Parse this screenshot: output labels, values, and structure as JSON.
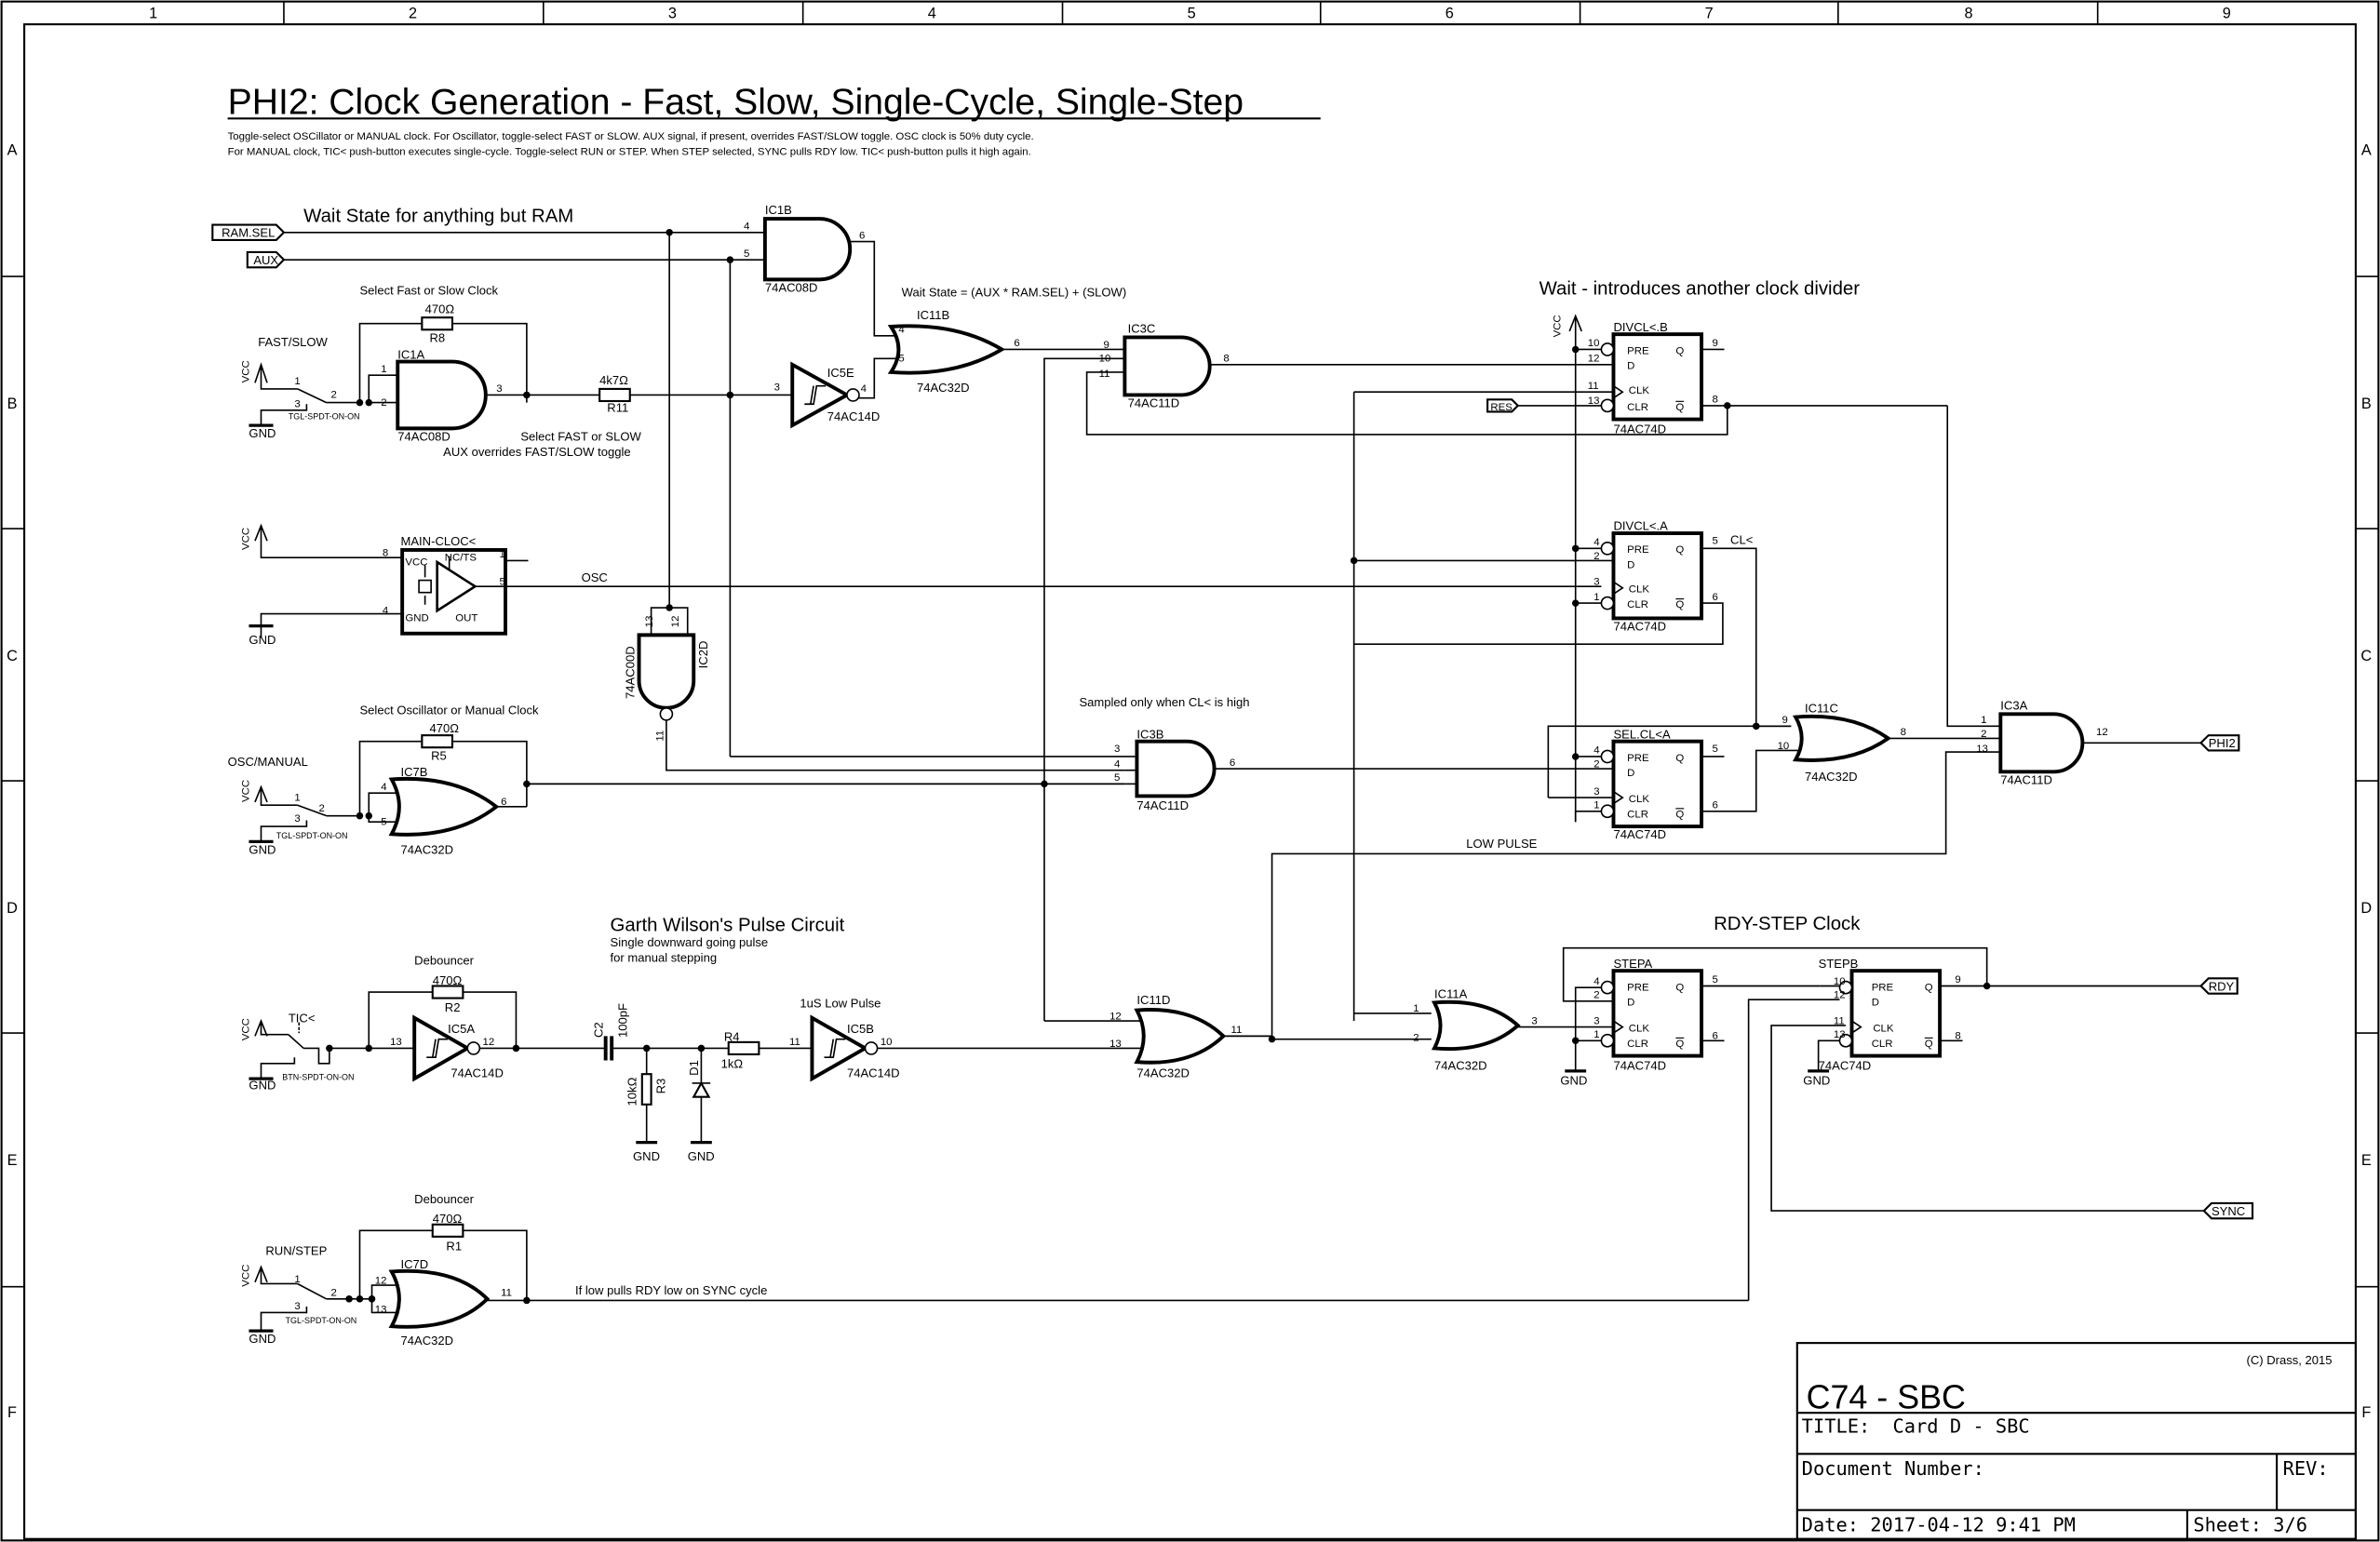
{
  "sheet": {
    "columns": [
      "1",
      "2",
      "3",
      "4",
      "5",
      "6",
      "7",
      "8",
      "9"
    ],
    "rows": [
      "A",
      "B",
      "C",
      "D",
      "E",
      "F"
    ]
  },
  "title": "PHI2: Clock Generation - Fast, Slow, Single-Cycle, Single-Step",
  "description": [
    "Toggle-select OSCillator or MANUAL clock. For Oscillator, toggle-select FAST or SLOW. AUX signal, if present, overrides FAST/SLOW toggle. OSC clock is 50% duty cycle.",
    "For MANUAL clock, TIC< push-button executes single-cycle. Toggle-select RUN or STEP. When STEP selected, SYNC pulls RDY low. TIC< push-button pulls it high again."
  ],
  "notes": {
    "wait_state": "Wait State for anything but RAM",
    "wait_eq": "Wait State = (AUX * RAM.SEL) + (SLOW)",
    "select_fast_slow": "Select Fast or Slow Clock",
    "select_fast_slow2a": "Select FAST or SLOW",
    "select_fast_slow2b": "AUX overrides FAST/SLOW toggle",
    "wait_divider": "Wait - introduces another clock divider",
    "select_osc": "Select Oscillator or Manual Clock",
    "sampled": "Sampled only when CL< is high",
    "garth": "Garth Wilson's Pulse Circuit",
    "garth_sub1": "Single downward going pulse",
    "garth_sub2": "for manual stepping",
    "debouncer": "Debouncer",
    "low_pulse_1us": "1uS Low Pulse",
    "rdy_step": "RDY-STEP Clock",
    "low_pulse": "LOW PULSE",
    "if_low": "If low pulls RDY low on SYNC cycle",
    "osc_net": "OSC",
    "clk_net": "CL<"
  },
  "ports": {
    "ram_sel": "RAM.SEL",
    "aux": "AUX",
    "res": "RES",
    "phi2": "PHI2",
    "rdy": "RDY",
    "sync": "SYNC"
  },
  "power": {
    "vcc": "VCC",
    "gnd": "GND"
  },
  "switches": {
    "fast_slow": {
      "name": "FAST/SLOW",
      "part": "TGL-SPDT-ON-ON"
    },
    "osc_manual": {
      "name": "OSC/MANUAL",
      "part": "TGL-SPDT-ON-ON"
    },
    "tick": {
      "name": "TIC<",
      "part": "BTN-SPDT-ON-ON"
    },
    "run_step": {
      "name": "RUN/STEP",
      "part": "TGL-SPDT-ON-ON"
    }
  },
  "resistors": {
    "r8": {
      "ref": "R8",
      "value": "470Ω"
    },
    "r11": {
      "ref": "R11",
      "value": "4k7Ω"
    },
    "r5": {
      "ref": "R5",
      "value": "470Ω"
    },
    "r2": {
      "ref": "R2",
      "value": "470Ω"
    },
    "r3": {
      "ref": "R3",
      "value": "10kΩ"
    },
    "r4": {
      "ref": "R4",
      "value": "1kΩ"
    },
    "r1": {
      "ref": "R1",
      "value": "470Ω"
    }
  },
  "capacitor": {
    "ref": "C2",
    "value": "100pF"
  },
  "diode": {
    "ref": "D1"
  },
  "oscillator": {
    "ref": "MAIN-CLOC<",
    "vcc": "VCC",
    "gnd": "GND",
    "ncts": "NC/TS",
    "out": "OUT"
  },
  "gates": {
    "ic1a": {
      "ref": "IC1A",
      "part": "74AC08D"
    },
    "ic1b": {
      "ref": "IC1B",
      "part": "74AC08D"
    },
    "ic5e": {
      "ref": "IC5E",
      "part": "74AC14D"
    },
    "ic11b": {
      "ref": "IC11B",
      "part": "74AC32D"
    },
    "ic3c": {
      "ref": "IC3C",
      "part": "74AC11D"
    },
    "ic2d": {
      "ref": "IC2D",
      "part": "74AC00D"
    },
    "ic7b": {
      "ref": "IC7B",
      "part": "74AC32D"
    },
    "ic3b": {
      "ref": "IC3B",
      "part": "74AC11D"
    },
    "ic11c": {
      "ref": "IC11C",
      "part": "74AC32D"
    },
    "ic3a": {
      "ref": "IC3A",
      "part": "74AC11D"
    },
    "ic5a": {
      "ref": "IC5A",
      "part": "74AC14D"
    },
    "ic5b": {
      "ref": "IC5B",
      "part": "74AC14D"
    },
    "ic11d": {
      "ref": "IC11D",
      "part": "74AC32D"
    },
    "ic11a": {
      "ref": "IC11A",
      "part": "74AC32D"
    },
    "ic7d": {
      "ref": "IC7D",
      "part": "74AC32D"
    }
  },
  "flipflops": {
    "divclkb": {
      "ref": "DIVCL<.B",
      "part": "74AC74D"
    },
    "divclka": {
      "ref": "DIVCL<.A",
      "part": "74AC74D"
    },
    "selclka": {
      "ref": "SEL.CL<A",
      "part": "74AC74D"
    },
    "stepa": {
      "ref": "STEPA",
      "part": "74AC74D"
    },
    "stepb": {
      "ref": "STEPB",
      "part": "74AC74D"
    }
  },
  "ff_pins": {
    "pre": "PRE",
    "d": "D",
    "clk": "CLK",
    "clr": "CLR",
    "q": "Q",
    "qn": "Q"
  },
  "title_block": {
    "copyright": "(C) Drass, 2015",
    "project": "C74 - SBC",
    "title_label": "TITLE:",
    "title_value": "Card D - SBC",
    "doc_label": "Document Number:",
    "rev_label": "REV:",
    "date": "Date: 2017-04-12 9:41 PM",
    "sheet": "Sheet: 3/6"
  }
}
